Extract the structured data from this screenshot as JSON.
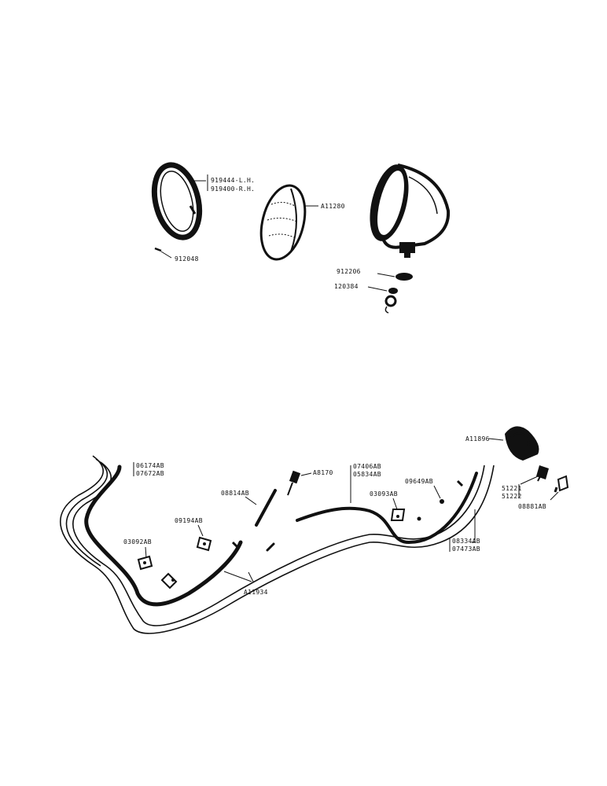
{
  "labels": {
    "bezel_lh": "919444-L.H.",
    "bezel_rh": "919400-R.H.",
    "screw": "912048",
    "sealed_beam": "A11280",
    "washer": "912206",
    "nut": "120384",
    "dome_lamp": "A11896",
    "grommet_top_a": "06174AB",
    "grommet_top_b": "07672AB",
    "connector": "A8170",
    "loom_mid_a": "07406AB",
    "loom_mid_b": "05834AB",
    "clip_far": "09649AB",
    "loom_center": "08814AB",
    "clip_mid": "03093AB",
    "clip_left_a": "09194AB",
    "clip_left_b": "03092AB",
    "harness": "A11934",
    "terminal_a": "51221",
    "terminal_b": "51222",
    "plug": "08881AB",
    "loom_right_a": "08334AB",
    "loom_right_b": "07473AB"
  }
}
